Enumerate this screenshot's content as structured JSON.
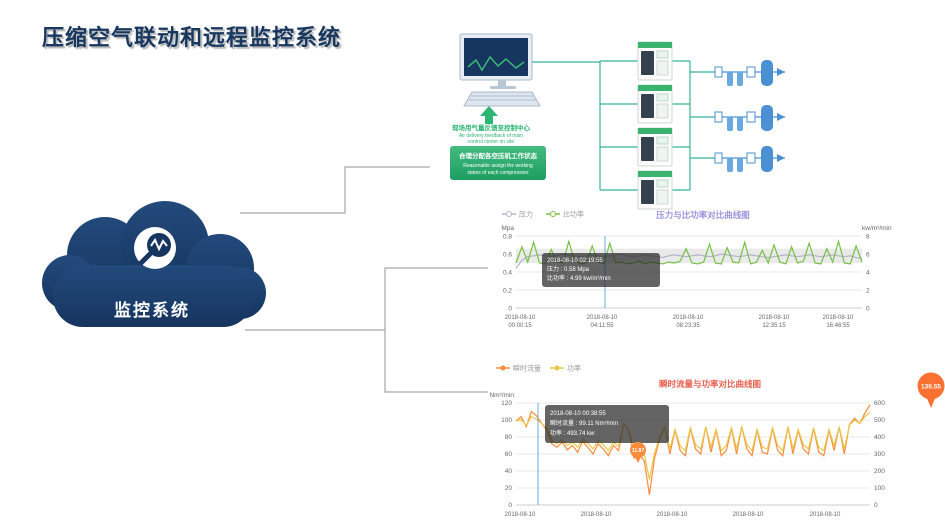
{
  "page": {
    "title": "压缩空气联动和远程监控系统"
  },
  "cloud": {
    "label": "监控系统"
  },
  "diagram": {
    "feedback_cn": "现场用气量反馈至控制中心",
    "feedback_en1": "Air delivery feedback of main",
    "feedback_en2": "control center on site",
    "assign_cn": "合理分配各空压机工作状态",
    "assign_en1": "Reasonable assign the working",
    "assign_en2": "states of each compressors"
  },
  "colors": {
    "navy": "#1b3e6e",
    "green": "#2bb673",
    "teal": "#35b39b",
    "blue": "#4a90d2",
    "chart1_title": "#9b94dd",
    "chart2_title": "#e85f4e",
    "pressure_line": "#b3b3cc",
    "specific_power_line": "#76c043",
    "flow_line": "#fb8c3c",
    "power_line": "#e8c84a",
    "cursor": "#6aa8e0",
    "badge": "#fb7134"
  },
  "chart_data": [
    {
      "type": "line",
      "title": "压力与比功率对比曲线图",
      "legend": [
        "压力",
        "比功率"
      ],
      "legend_position": "top-left",
      "grid": true,
      "y_axis_left": {
        "label": "Mpa",
        "ticks": [
          "0.8",
          "0.6",
          "0.4",
          "0.2",
          "0"
        ],
        "range": [
          0,
          0.8
        ]
      },
      "y_axis_right": {
        "label": "kw/m³/min",
        "ticks": [
          "8",
          "6",
          "4",
          "2",
          "0"
        ],
        "range": [
          0,
          8
        ]
      },
      "x_ticks_date": [
        "2018-08-10",
        "2018-08-10",
        "2018-08-10",
        "2018-08-10",
        "2018-08-10"
      ],
      "x_ticks_time": [
        "00:00:15",
        "04:11:55",
        "08:23:35",
        "12:35:15",
        "16:46:55"
      ],
      "tooltip": {
        "lines": [
          "2018-08-10 02:19:55",
          "压力 : 0.58 Mpa",
          "比功率 : 4.99 kw/m³/min"
        ]
      },
      "band_range": [
        0.5,
        0.66
      ],
      "series": [
        {
          "name": "压力",
          "values": [
            0.44,
            0.53,
            0.57,
            0.58,
            0.59,
            0.58,
            0.57,
            0.58,
            0.6,
            0.59,
            0.58,
            0.57,
            0.58,
            0.59,
            0.58,
            0.57,
            0.58,
            0.59,
            0.6,
            0.58,
            0.57,
            0.58,
            0.59,
            0.58,
            0.57,
            0.56,
            0.58,
            0.59,
            0.58,
            0.57,
            0.58,
            0.59,
            0.58,
            0.57,
            0.58,
            0.6,
            0.59,
            0.58,
            0.57,
            0.58,
            0.59,
            0.58,
            0.57,
            0.56,
            0.57,
            0.58,
            0.59,
            0.58,
            0.57,
            0.58,
            0.59,
            0.58,
            0.57,
            0.58,
            0.59,
            0.58,
            0.57,
            0.58,
            0.56,
            0.55
          ]
        },
        {
          "name": "比功率",
          "values": [
            5.0,
            6.8,
            5.1,
            7.3,
            5.0,
            4.9,
            6.5,
            5.1,
            5.0,
            7.4,
            5.2,
            4.9,
            5.0,
            6.9,
            5.1,
            4.9,
            7.2,
            5.0,
            5.1,
            4.9,
            5.0,
            5.2,
            4.9,
            5.1,
            5.0,
            4.9,
            5.1,
            5.0,
            5.2,
            6.6,
            5.0,
            4.9,
            5.1,
            7.1,
            5.0,
            4.9,
            6.7,
            5.1,
            5.0,
            7.3,
            4.9,
            5.1,
            6.4,
            5.0,
            7.0,
            5.1,
            4.9,
            6.8,
            5.0,
            5.2,
            7.2,
            5.0,
            4.9,
            6.6,
            5.1,
            7.4,
            5.0,
            4.9,
            6.9,
            5.1
          ]
        }
      ]
    },
    {
      "type": "line",
      "title": "瞬时流量与功率对比曲线图",
      "legend": [
        "瞬时流量",
        "功率"
      ],
      "legend_position": "top-left",
      "grid": true,
      "y_axis_left": {
        "label": "Nm³/min",
        "ticks": [
          "120",
          "100",
          "80",
          "60",
          "40",
          "20",
          "0"
        ],
        "range": [
          0,
          120
        ]
      },
      "y_axis_right": {
        "ticks": [
          "600",
          "500",
          "400",
          "300",
          "200",
          "100",
          "0"
        ],
        "range": [
          0,
          600
        ]
      },
      "x_ticks_date": [
        "2018-08-10",
        "2018-08-10",
        "2018-08-10",
        "2018-08-10",
        "2018-08-10"
      ],
      "tooltip": {
        "lines": [
          "2018-08-10 00:38:55",
          "瞬时流量 : 99.11 Nm³/min",
          "功率 : 493.74 kw"
        ]
      },
      "markers": {
        "max": "130.55",
        "min": "11.87"
      },
      "series": [
        {
          "name": "瞬时流量",
          "values": [
            99,
            104,
            92,
            110,
            105,
            96,
            88,
            72,
            68,
            74,
            65,
            70,
            62,
            75,
            68,
            60,
            72,
            66,
            58,
            70,
            64,
            95,
            88,
            55,
            60,
            52,
            12,
            55,
            78,
            92,
            60,
            88,
            64,
            58,
            90,
            66,
            60,
            92,
            62,
            88,
            58,
            64,
            90,
            60,
            92,
            66,
            58,
            88,
            62,
            60,
            90,
            64,
            58,
            92,
            60,
            88,
            66,
            60,
            90,
            62,
            58,
            88,
            64,
            92,
            60,
            95,
            102,
            96,
            108,
            118
          ]
        },
        {
          "name": "功率",
          "values": [
            494,
            502,
            468,
            520,
            505,
            480,
            450,
            380,
            360,
            385,
            350,
            370,
            340,
            390,
            365,
            330,
            380,
            355,
            320,
            370,
            345,
            470,
            445,
            310,
            330,
            300,
            150,
            305,
            400,
            460,
            330,
            445,
            345,
            320,
            455,
            355,
            330,
            460,
            340,
            445,
            320,
            350,
            455,
            330,
            460,
            355,
            320,
            445,
            340,
            330,
            455,
            350,
            320,
            460,
            330,
            445,
            355,
            330,
            455,
            340,
            320,
            445,
            350,
            460,
            330,
            470,
            500,
            480,
            520,
            545
          ]
        }
      ]
    }
  ]
}
